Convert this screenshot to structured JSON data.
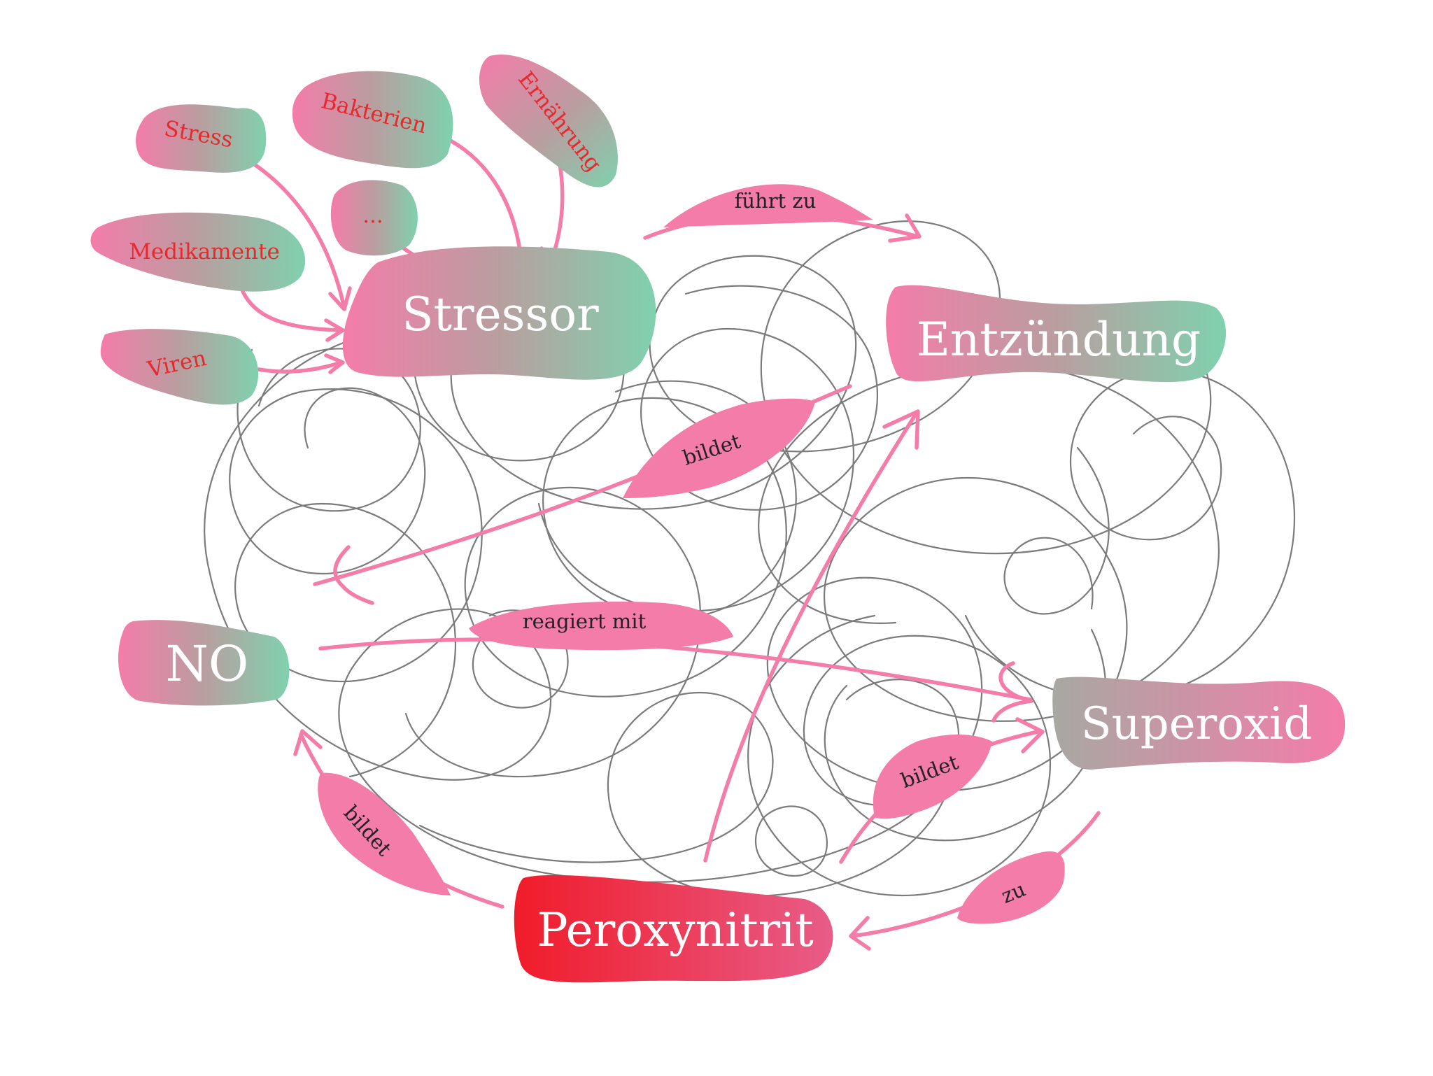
{
  "colors": {
    "pink": "#f47ca9",
    "green": "#7fd1ae",
    "grey": "#a8a8a3",
    "red": "#f01c2a",
    "scribble": "#7b7b7b",
    "cause_text": "#e8282d"
  },
  "causes": {
    "stress": "Stress",
    "bakterien": "Bakterien",
    "ernaehrung": "Ernährung",
    "ellipsis": "...",
    "medikamente": "Medikamente",
    "viren": "Viren"
  },
  "nodes": {
    "stressor": "Stressor",
    "entzuendung": "Entzündung",
    "no": "NO",
    "superoxid": "Superoxid",
    "peroxynitrit": "Peroxynitrit"
  },
  "edges": {
    "fuehrt_zu": "führt zu",
    "bildet_entz_no": "bildet",
    "reagiert_mit": "reagiert mit",
    "bildet_superoxid": "bildet",
    "bildet_no": "bildet",
    "zu": "zu"
  }
}
